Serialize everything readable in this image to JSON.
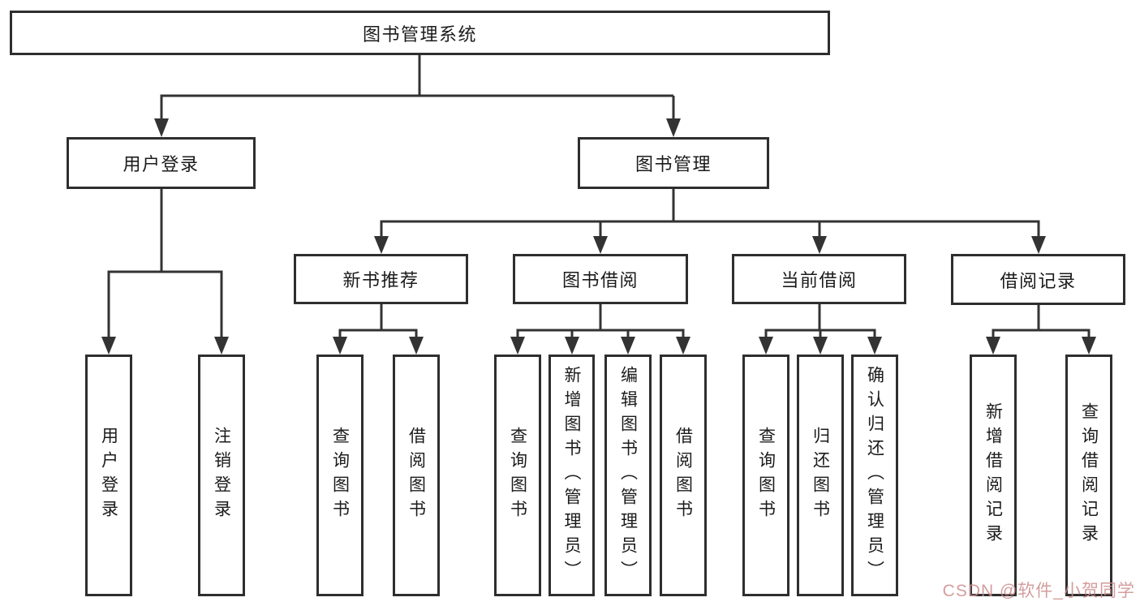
{
  "diagram": {
    "title": "图书管理系统",
    "branches": {
      "user": {
        "label": "用户登录",
        "children": [
          "用户登录",
          "注销登录"
        ]
      },
      "book": {
        "label": "图书管理",
        "sections": [
          {
            "label": "新书推荐",
            "children": [
              "查询图书",
              "借阅图书"
            ]
          },
          {
            "label": "图书借阅",
            "children": [
              "查询图书",
              "新增图书（管理员）",
              "编辑图书（管理员）",
              "借阅图书"
            ]
          },
          {
            "label": "当前借阅",
            "children": [
              "查询图书",
              "归还图书",
              "确认归还（管理员）"
            ]
          },
          {
            "label": "借阅记录",
            "children": [
              "新增借阅记录",
              "查询借阅记录"
            ]
          }
        ]
      }
    },
    "colors": {
      "line": "#333333",
      "watermark": "#cd8c8c"
    },
    "watermark": "CSDN @软件_小贺同学"
  }
}
